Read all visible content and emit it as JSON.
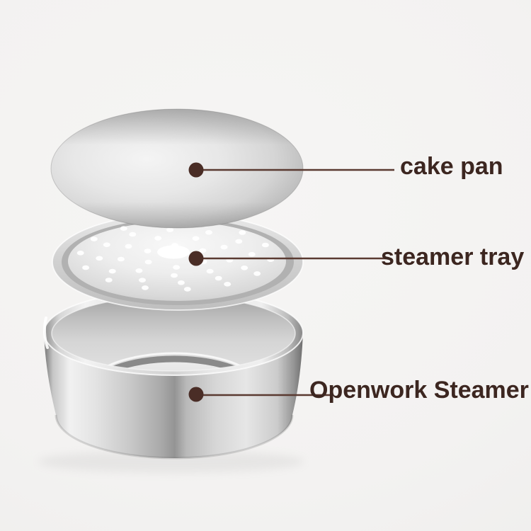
{
  "illustration": {
    "parts": [
      {
        "id": "cake-pan",
        "label": "cake pan"
      },
      {
        "id": "steamer-tray",
        "label": "steamer tray"
      },
      {
        "id": "openwork-steamer",
        "label": "Openwork Steamer"
      }
    ]
  },
  "colors": {
    "background": "#f4f3f2",
    "label_text": "#3c2620",
    "callout_dot": "#4a2d26",
    "callout_line": "#5a3a31",
    "metal_highlight": "#f2f2f2",
    "metal_shadow": "#8a8a8a"
  }
}
